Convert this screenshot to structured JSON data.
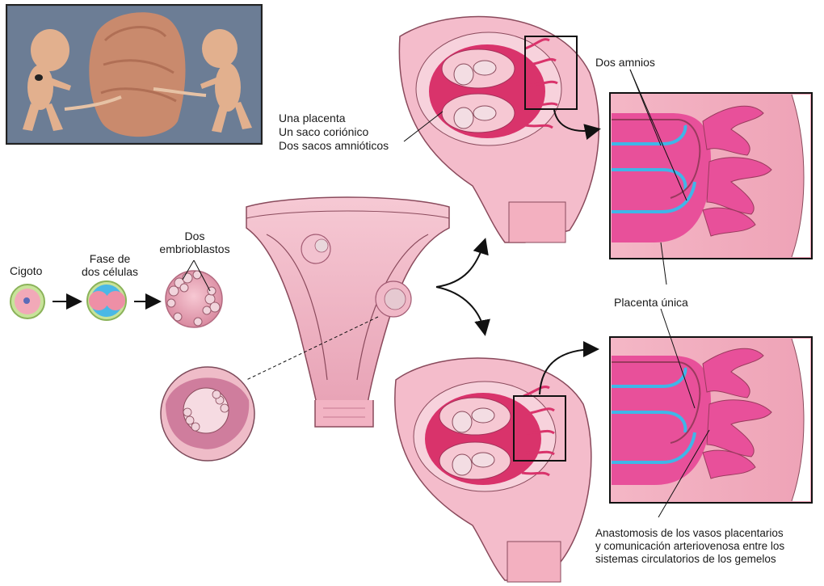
{
  "labels": {
    "cigoto": "Cigoto",
    "fase_line1": "Fase de",
    "fase_line2": "dos células",
    "dos_line1": "Dos",
    "dos_line2": "embrioblastos",
    "una_placenta": "Una placenta",
    "un_saco": "Un saco coriónico",
    "dos_sacos": "Dos sacos amnióticos",
    "dos_amnios": "Dos amnios",
    "placenta_unica": "Placenta única",
    "anastomosis_line1": "Anastomosis de los vasos placentarios",
    "anastomosis_line2": "y comunicación arteriovenosa entre los",
    "anastomosis_line3": "sistemas circulatorios de los gemelos"
  },
  "colors": {
    "tissue_pink": "#f2b8c6",
    "deep_magenta": "#d9336b",
    "vessel_blue": "#3fb6e8",
    "photo_bg": "#5e6f86"
  }
}
